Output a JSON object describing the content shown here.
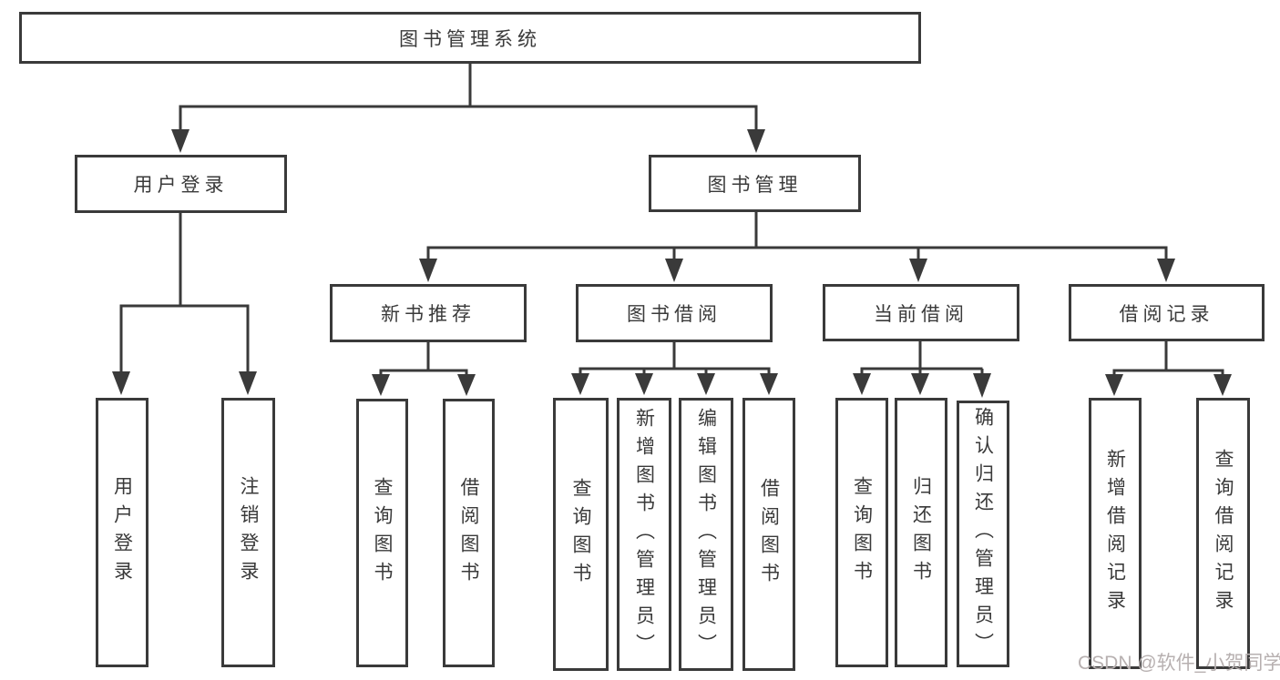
{
  "diagram": {
    "root": {
      "label": "图书管理系统"
    },
    "branches": [
      {
        "label": "用户登录",
        "children": [
          {
            "label": "用户登录"
          },
          {
            "label": "注销登录"
          }
        ]
      },
      {
        "label": "图书管理",
        "children": [
          {
            "label": "新书推荐",
            "children": [
              {
                "label": "查询图书"
              },
              {
                "label": "借阅图书"
              }
            ]
          },
          {
            "label": "图书借阅",
            "children": [
              {
                "label": "查询图书"
              },
              {
                "label": "新增图书（管理员）"
              },
              {
                "label": "编辑图书（管理员）"
              },
              {
                "label": "借阅图书"
              }
            ]
          },
          {
            "label": "当前借阅",
            "children": [
              {
                "label": "查询图书"
              },
              {
                "label": "归还图书"
              },
              {
                "label": "确认归还（管理员）"
              }
            ]
          },
          {
            "label": "借阅记录",
            "children": [
              {
                "label": "新增借阅记录"
              },
              {
                "label": "查询借阅记录"
              }
            ]
          }
        ]
      }
    ]
  },
  "watermark": {
    "text": "CSDN @软件_小贺同学"
  },
  "colors": {
    "line": "#3a3a3a",
    "box_border": "#3a3a3a",
    "box_fill": "#ffffff",
    "text": "#3a3a3a",
    "watermark": "#b7b0b0",
    "background": "#ffffff"
  }
}
